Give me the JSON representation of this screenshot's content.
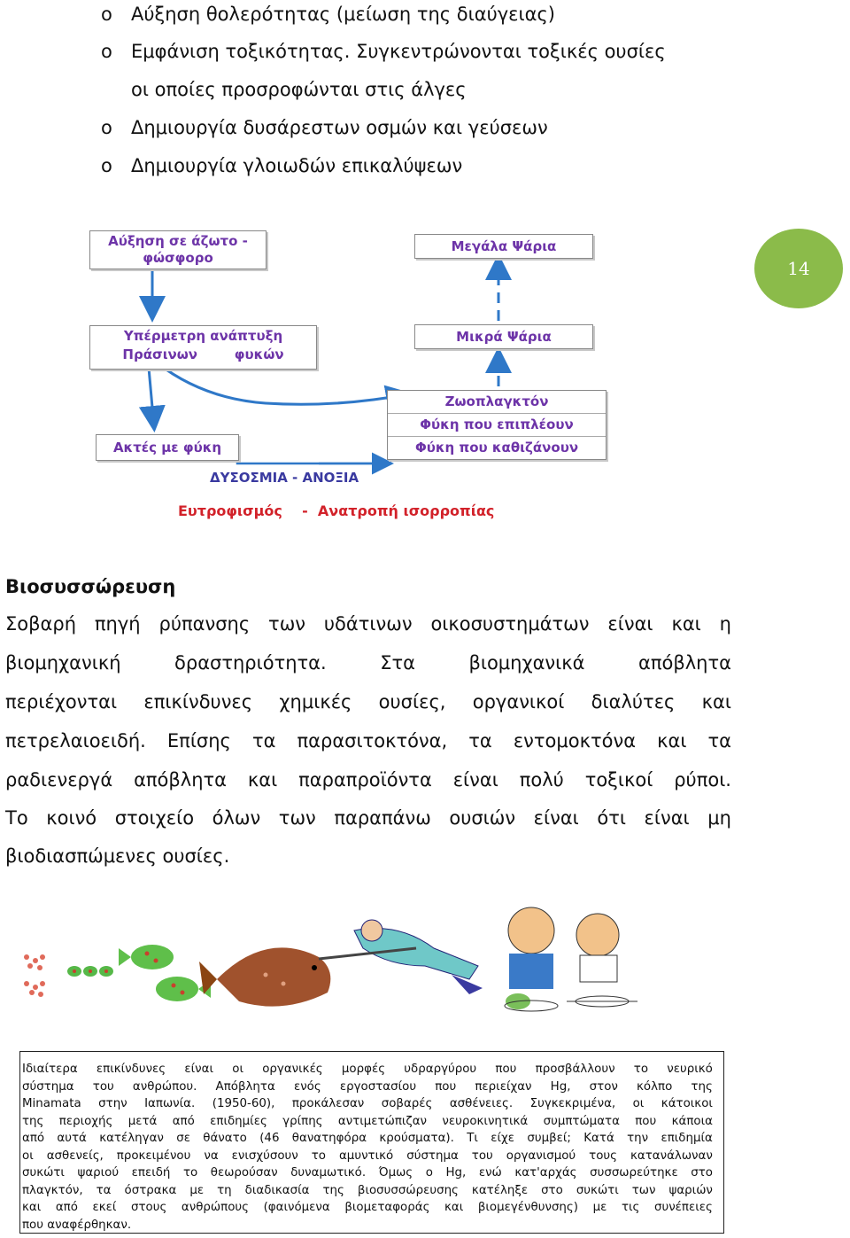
{
  "bullets": [
    {
      "mark": "o",
      "text": "Αύξηση θολερότητας (μείωση της διαύγειας)"
    },
    {
      "mark": "o",
      "text": "Εμφάνιση τοξικότητας.  Συγκεντρώνονται τοξικές ουσίες"
    },
    {
      "mark": "",
      "text": "οι οποίες προσροφώνται στις άλγες"
    },
    {
      "mark": "o",
      "text": "Δημιουργία δυσάρεστων οσμών και γεύσεων"
    },
    {
      "mark": "o",
      "text": "Δημιουργία γλοιωδών επικαλύψεων"
    }
  ],
  "page_number": "14",
  "diagram": {
    "box_nutrients": [
      "Αύξηση σε άζωτο -",
      "φώσφορο"
    ],
    "box_big_fish": "Μεγάλα Ψάρια",
    "box_algae": [
      "Υπέρμετρη ανάπτυξη",
      "Πράσινων        φυκών"
    ],
    "box_small_fish": "Μικρά Ψάρια",
    "box_plankton": [
      "Ζωοπλαγκτόν",
      "Φύκη που επιπλέουν",
      "Φύκη που καθιζάνουν"
    ],
    "box_shores": "Ακτές με φύκη",
    "label_odor": "ΔΥΣΟΣΜΙΑ - ΑΝΟΞΙΑ",
    "label_eutrophication": "Ευτροφισμός    -  Ανατροπή ισορροπίας",
    "colors": {
      "box_text": "#6d34a8",
      "arrow": "#2f78c8",
      "red": "#d2222a",
      "blue_label": "#3a3aa0"
    }
  },
  "section_title": "Βιοσυσσώρευση",
  "paragraph_lines": [
    [
      "Σοβαρή",
      "πηγή",
      "ρύπανσης",
      "των",
      "υδάτινων",
      "οικοσυστημάτων",
      "είναι",
      "και",
      "η"
    ],
    [
      "βιομηχανική",
      "δραστηριότητα.",
      "Στα",
      "βιομηχανικά",
      "απόβλητα"
    ],
    [
      "περιέχονται",
      "επικίνδυνες",
      "χημικές",
      "ουσίες,",
      "οργανικοί",
      "διαλύτες",
      "και"
    ],
    [
      "πετρελαιοειδή.",
      "Επίσης",
      "τα",
      "παρασιτοκτόνα,",
      "τα",
      "εντομοκτόνα",
      "και",
      "τα"
    ],
    [
      "ραδιενεργά",
      "απόβλητα",
      "και",
      "παραπροϊόντα",
      "είναι",
      "πολύ",
      "τοξικοί",
      "ρύποι."
    ],
    [
      "Το",
      "κοινό",
      "στοιχείο",
      "όλων",
      "των",
      "παραπάνω",
      "ουσιών",
      "είναι",
      "ότι",
      "είναι",
      "μη"
    ],
    [
      "βιοδιασπώμενες ουσίες."
    ]
  ],
  "note_lines": [
    "Ιδιαίτερα επικίνδυνες είναι οι οργανικές μορφές υδραργύρου που προσβάλλουν το νευρικό",
    "σύστημα του ανθρώπου. Απόβλητα ενός εργοστασίου που περιείχαν Hg, στον κόλπο της",
    "Minamata στην Ιαπωνία. (1950-60), προκάλεσαν σοβαρές ασθένειες. Συγκεκριμένα, οι κάτοικοι",
    "της περιοχής μετά από επιδημίες γρίπης αντιμετώπιζαν νευροκινητικά συμπτώματα που κάποια",
    "από αυτά κατέληγαν σε θάνατο (46 θανατηφόρα κρούσματα). Τι είχε συμβεί; Κατά την επιδημία",
    "οι ασθενείς, προκειμένου να ενισχύσουν το αμυντικό σύστημα του οργανισμού τους κατανάλωναν",
    "συκώτι ψαριού επειδή το θεωρούσαν δυναμωτικό. Όμως ο Hg, ενώ κατ'αρχάς συσσωρεύτηκε στο",
    "πλαγκτόν, τα όστρακα με τη διαδικασία της βιοσυσσώρευσης κατέληξε στο συκώτι των ψαριών",
    "και από εκεί στους ανθρώπους (φαινόμενα βιομεταφοράς και βιομεγένθυνσης) με τις συνέπειες",
    "που αναφέρθηκαν."
  ]
}
